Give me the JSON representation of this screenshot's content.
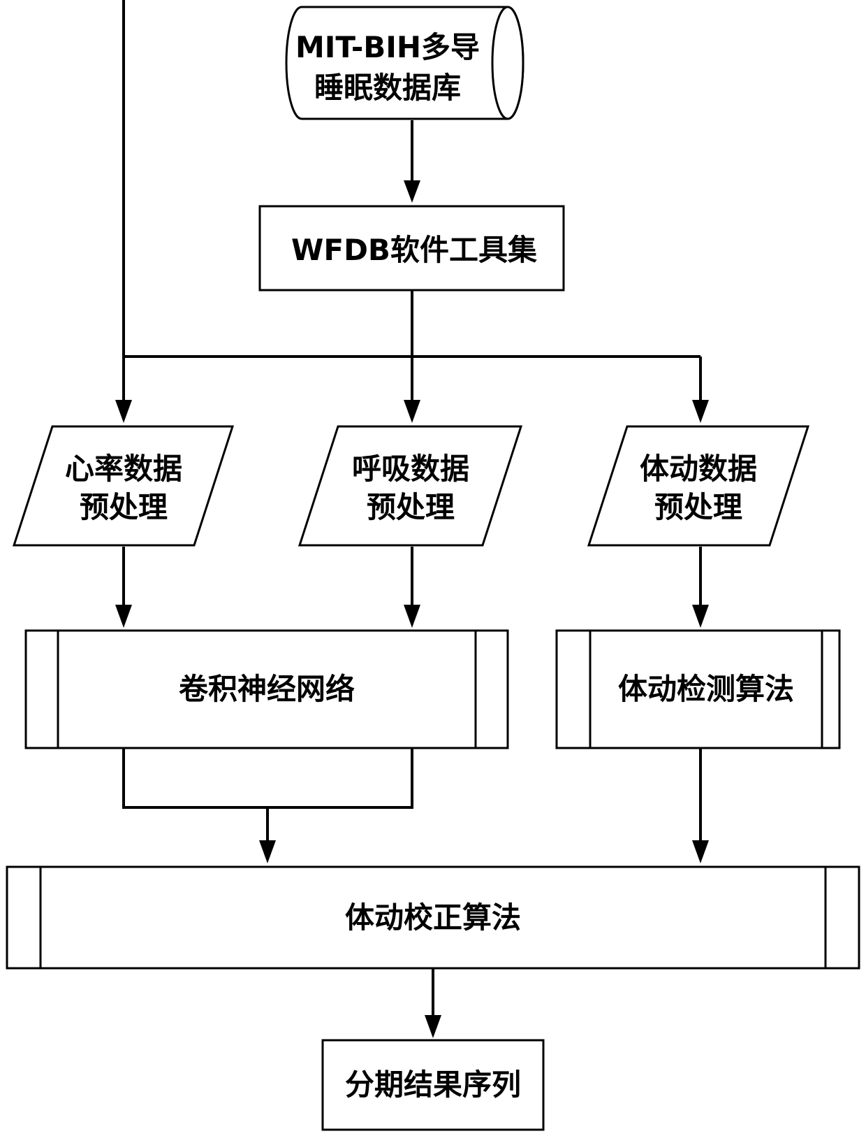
{
  "diagram": {
    "database": {
      "line1": "MIT-BIH多导",
      "line2": "睡眠数据库"
    },
    "toolkit": "WFDB软件工具集",
    "preprocess": [
      {
        "line1": "心率数据",
        "line2": "预处理"
      },
      {
        "line1": "呼吸数据",
        "line2": "预处理"
      },
      {
        "line1": "体动数据",
        "line2": "预处理"
      }
    ],
    "cnn": "卷积神经网络",
    "motion_detection": "体动检测算法",
    "motion_correction": "体动校正算法",
    "result": "分期结果序列"
  }
}
